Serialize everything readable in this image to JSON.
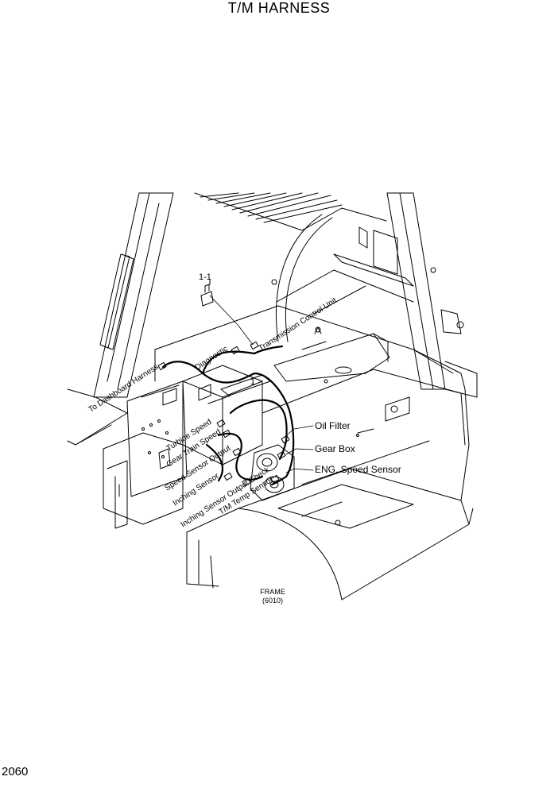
{
  "title": "T/M HARNESS",
  "page_number": "2060",
  "callouts": {
    "part_1_1": "1-1",
    "part_1": "1"
  },
  "harness_labels": {
    "to_dashboard_harness": "To Dashboard Harness",
    "diagnostic": "Diagnostic",
    "transmission_control_unit": "Transmission Control Unit",
    "turbine_speed": "Turbine Speed",
    "gear_train_speed": "Gear Train Speed",
    "speed_sensor_output": "Speed Sensor Output",
    "inching_sensor": "Inching Sensor",
    "inching_sensor_output_check": "Inching Sensor Output Check",
    "tm_temp_sensor": "T/M Temp Sensor"
  },
  "component_labels": {
    "oil_filter": "Oil Filter",
    "gear_box": "Gear Box",
    "eng_speed_sensor": "ENG. Speed Sensor"
  },
  "frame_ref": {
    "name": "FRAME",
    "code": "(6010)"
  }
}
